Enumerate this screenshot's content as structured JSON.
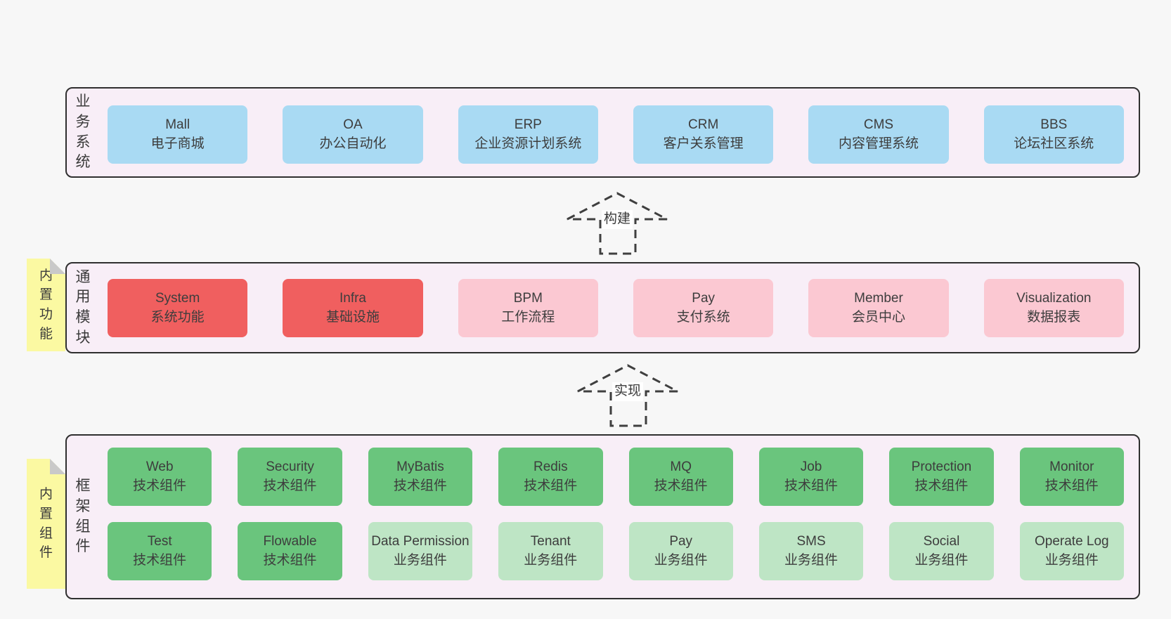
{
  "colors": {
    "page_bg": "#f7f7f7",
    "band_bg": "#f8eef7",
    "band_border": "#2f2f2f",
    "box_blue": "#a9daf3",
    "box_red": "#f05f5f",
    "box_pink": "#fbc8d2",
    "box_green": "#6ac57d",
    "box_light_green": "#bee5c5",
    "note_yellow": "#fbf9a2",
    "note_fold_gray": "#c9c9c9",
    "text": "#3d3d3d"
  },
  "bands": [
    {
      "id": "business-systems",
      "label": "业务系统",
      "boxes": [
        {
          "name": "Mall",
          "subtitle": "电子商城",
          "variant": "blue"
        },
        {
          "name": "OA",
          "subtitle": "办公自动化",
          "variant": "blue"
        },
        {
          "name": "ERP",
          "subtitle": "企业资源计划系统",
          "variant": "blue"
        },
        {
          "name": "CRM",
          "subtitle": "客户关系管理",
          "variant": "blue"
        },
        {
          "name": "CMS",
          "subtitle": "内容管理系统",
          "variant": "blue"
        },
        {
          "name": "BBS",
          "subtitle": "论坛社区系统",
          "variant": "blue"
        }
      ]
    },
    {
      "id": "common-modules",
      "label": "通用模块",
      "note": "内置功能",
      "boxes": [
        {
          "name": "System",
          "subtitle": "系统功能",
          "variant": "red"
        },
        {
          "name": "Infra",
          "subtitle": "基础设施",
          "variant": "red"
        },
        {
          "name": "BPM",
          "subtitle": "工作流程",
          "variant": "pink"
        },
        {
          "name": "Pay",
          "subtitle": "支付系统",
          "variant": "pink"
        },
        {
          "name": "Member",
          "subtitle": "会员中心",
          "variant": "pink"
        },
        {
          "name": "Visualization",
          "subtitle": "数据报表",
          "variant": "pink"
        }
      ]
    },
    {
      "id": "framework-components",
      "label": "框架组件",
      "note": "内置组件",
      "rows": [
        {
          "boxes": [
            {
              "name": "Web",
              "subtitle": "技术组件",
              "variant": "green"
            },
            {
              "name": "Security",
              "subtitle": "技术组件",
              "variant": "green"
            },
            {
              "name": "MyBatis",
              "subtitle": "技术组件",
              "variant": "green"
            },
            {
              "name": "Redis",
              "subtitle": "技术组件",
              "variant": "green"
            },
            {
              "name": "MQ",
              "subtitle": "技术组件",
              "variant": "green"
            },
            {
              "name": "Job",
              "subtitle": "技术组件",
              "variant": "green"
            },
            {
              "name": "Protection",
              "subtitle": "技术组件",
              "variant": "green"
            },
            {
              "name": "Monitor",
              "subtitle": "技术组件",
              "variant": "green"
            }
          ]
        },
        {
          "boxes": [
            {
              "name": "Test",
              "subtitle": "技术组件",
              "variant": "green"
            },
            {
              "name": "Flowable",
              "subtitle": "技术组件",
              "variant": "green"
            },
            {
              "name": "Data Permission",
              "subtitle": "业务组件",
              "variant": "lightgreen"
            },
            {
              "name": "Tenant",
              "subtitle": "业务组件",
              "variant": "lightgreen"
            },
            {
              "name": "Pay",
              "subtitle": "业务组件",
              "variant": "lightgreen"
            },
            {
              "name": "SMS",
              "subtitle": "业务组件",
              "variant": "lightgreen"
            },
            {
              "name": "Social",
              "subtitle": "业务组件",
              "variant": "lightgreen"
            },
            {
              "name": "Operate Log",
              "subtitle": "业务组件",
              "variant": "lightgreen"
            }
          ]
        }
      ]
    }
  ],
  "arrows": [
    {
      "label": "构建",
      "direction": "up",
      "from": "common-modules",
      "to": "business-systems"
    },
    {
      "label": "实现",
      "direction": "up",
      "from": "framework-components",
      "to": "common-modules"
    }
  ]
}
